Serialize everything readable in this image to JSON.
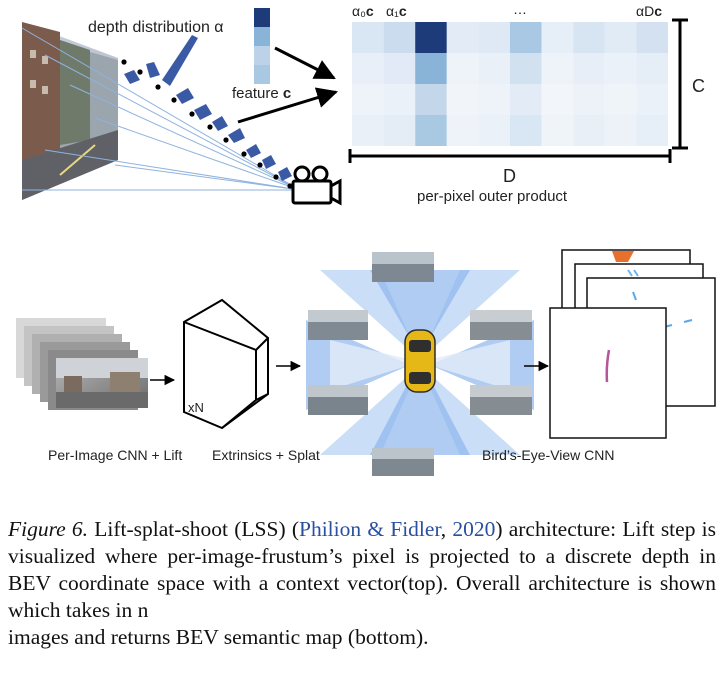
{
  "top": {
    "depth_label": "depth distribution α",
    "feature_label_prefix": "feature ",
    "feature_label_bold": "c",
    "col_label_a0": "α₀",
    "col_label_a1": "α₁",
    "col_label_dots": "…",
    "col_label_ad": "αD",
    "col_label_c": "c",
    "c_label": "C",
    "d_label": "D",
    "outer_product_label": "per-pixel outer product",
    "icons": [
      "camera-icon",
      "street-image"
    ]
  },
  "bottom": {
    "stage1_label": "Per-Image CNN + Lift",
    "stage2_label": "Extrinsics + Splat",
    "stage3_label": "Bird’s-Eye-View CNN",
    "xn_label": "xN",
    "icons": [
      "car-icon",
      "camera-image-stack",
      "bev-map-stack"
    ]
  },
  "caption": {
    "figure_label": "Figure 6.",
    "text_before_cite": " Lift-splat-shoot (LSS) (",
    "cite_authors": "Philion & Fidler",
    "cite_sep": ", ",
    "cite_year": "2020",
    "text_after_cite": ") architecture: Lift step is visualized where per-image-frustum’s pixel is projected to a discrete depth in BEV coordinate space with a context vector(top). Overall architecture is shown which takes in n",
    "last_line": "images and returns BEV semantic map (bottom)."
  },
  "colors": {
    "navy": "#1c3b78",
    "bar_blue": "#3b5aa6",
    "grid_light": "#dde7f3",
    "bev_blue": "#6fa3e8"
  }
}
